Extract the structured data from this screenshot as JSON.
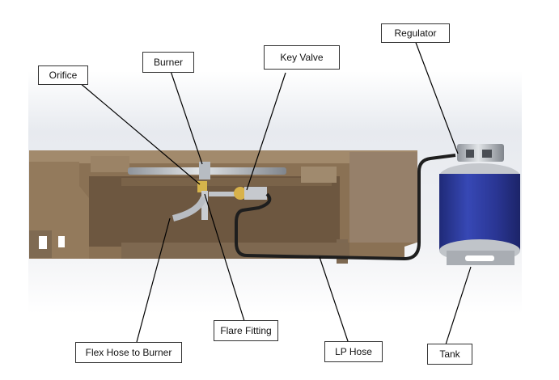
{
  "labels": {
    "regulator": "Regulator",
    "key_valve": "Key Valve",
    "burner": "Burner",
    "orifice": "Orifice",
    "flare_fitting": "Flare Fitting",
    "flex_hose": "Flex Hose to Burner",
    "lp_hose": "LP Hose",
    "tank": "Tank"
  },
  "colors": {
    "wood": "#8d7457",
    "wood_light": "#a88f70",
    "wood_dark": "#5e4a35",
    "tank_body": "#2d3a95",
    "metal": "#c3c7cc",
    "hose": "#1e1e1e"
  }
}
